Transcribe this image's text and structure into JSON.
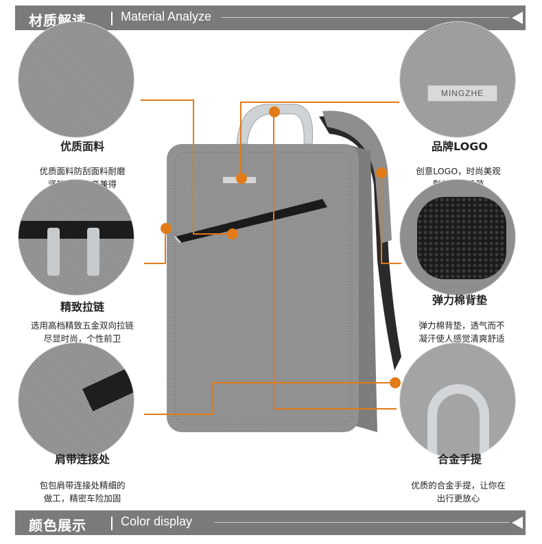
{
  "banners": {
    "top": {
      "cn": "材质解读",
      "en": "Material Analyze"
    },
    "bottom": {
      "cn": "颜色展示",
      "en": "Color display"
    }
  },
  "brand_logo_text": "MINGZHE",
  "features": {
    "fabric": {
      "title": "优质面料",
      "desc1": "优质面料防刮面料耐磨",
      "desc2": "坚韧美观三者兼得"
    },
    "logo": {
      "title": "品牌LOGO",
      "desc1": "创意LOGO，时尚美观",
      "desc2": "彰显大牌风范"
    },
    "zipper": {
      "title": "精致拉链",
      "desc1": "选用高档精致五金双向拉链",
      "desc2": "尽显时尚，个性前卫"
    },
    "pad": {
      "title": "弹力棉背垫",
      "desc1": "弹力棉背垫，透气而不",
      "desc2": "凝汗使人感觉清爽舒适"
    },
    "strap": {
      "title": "肩带连接处",
      "desc1": "包包肩带连接处精细的",
      "desc2": "做工，精密车险加固"
    },
    "handle": {
      "title": "合金手提",
      "desc1": "优质的合金手提，让你在",
      "desc2": "出行更放心"
    }
  },
  "colors": {
    "accent": "#e27a17",
    "banner": "#7a7a7a",
    "bag": "#8f8f8f"
  }
}
